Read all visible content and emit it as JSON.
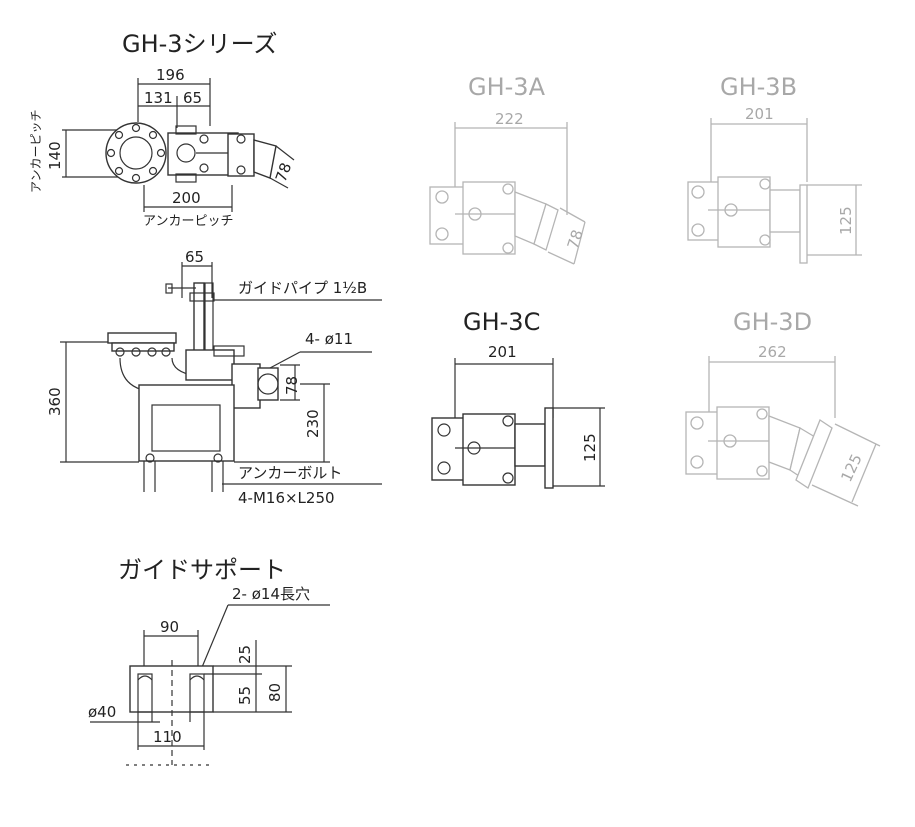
{
  "main": {
    "title": "GH-3シリーズ",
    "dims": {
      "d196": "196",
      "d131": "131",
      "d65a": "65",
      "d140": "140",
      "anchor_pitch_v": "アンカーピッチ",
      "d200": "200",
      "anchor_pitch_h": "アンカーピッチ",
      "d78": "78",
      "d65b": "65",
      "guide_pipe": "ガイドパイプ 1½B",
      "holes": "4- ø11",
      "d360": "360",
      "d78b": "78",
      "d230": "230",
      "anchor_bolt": "アンカーボルト",
      "bolt_spec": "4-M16×L250"
    }
  },
  "variants": {
    "a": {
      "title": "GH-3A",
      "w": "222",
      "h": "78"
    },
    "b": {
      "title": "GH-3B",
      "w": "201",
      "h": "125"
    },
    "c": {
      "title": "GH-3C",
      "w": "201",
      "h": "125"
    },
    "d": {
      "title": "GH-3D",
      "w": "262",
      "h": "125"
    }
  },
  "support": {
    "title": "ガイドサポート",
    "holes": "2- ø14長穴",
    "d90": "90",
    "d25": "25",
    "d55": "55",
    "d80": "80",
    "d40": "ø40",
    "d110": "110"
  },
  "colors": {
    "active": "#222222",
    "inactive": "#a8a8a8"
  }
}
